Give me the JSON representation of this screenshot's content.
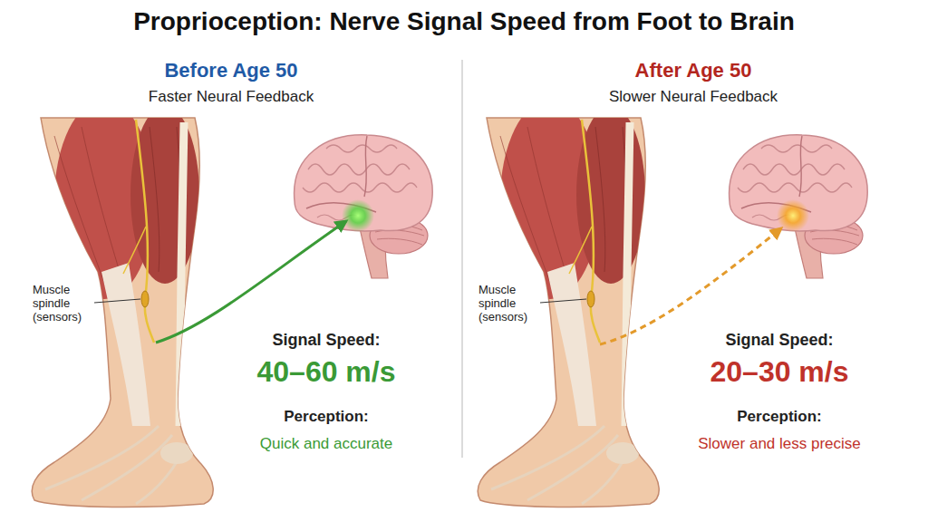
{
  "diagram": {
    "title": "Proprioception: Nerve Signal Speed from Foot to Brain",
    "labels": [
      "Before Age 50",
      "Faster Neural Feedback",
      "Muscle spindle (sensors)",
      "Signal Speed:",
      "40–60 m/s",
      "Perception:",
      "Quick and accurate",
      "After Age 50",
      "Slower Neural Feedback",
      "Muscle spindle (sensors)",
      "Signal Speed:",
      "20–30 m/s",
      "Perception:",
      "Slower and less precise"
    ]
  }
}
